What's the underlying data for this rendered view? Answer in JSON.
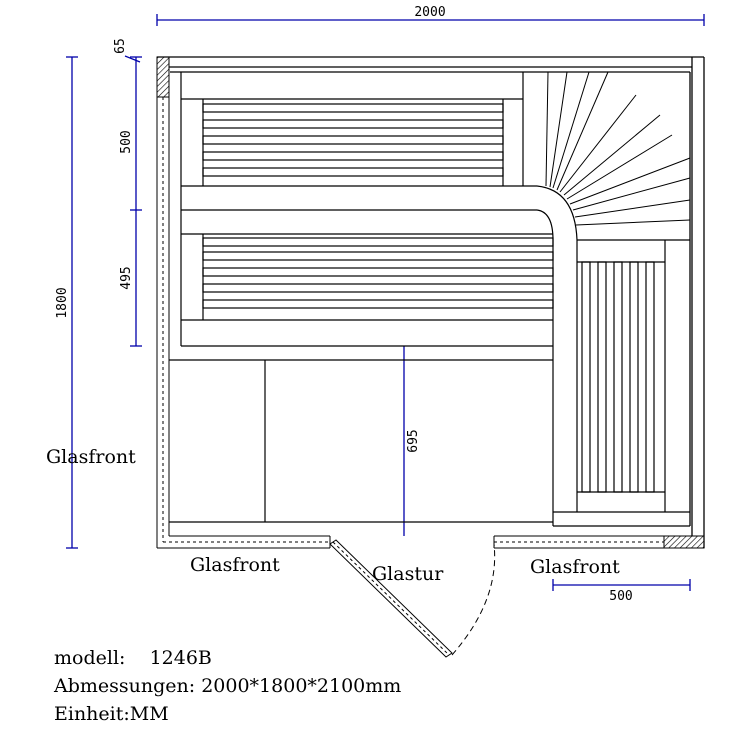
{
  "dimensions": {
    "total_width": "2000",
    "wall_thickness": "65",
    "total_depth": "1800",
    "upper_bench_depth": "500",
    "lower_bench_depth": "495",
    "floor_gap": "695",
    "right_panel_width": "500"
  },
  "labels": {
    "glass_front_left": "Glasfront",
    "glass_front_bottom_left": "Glasfront",
    "glass_door": "Glastur",
    "glass_front_bottom_right": "Glasfront"
  },
  "info": {
    "model": "modell:    1246B",
    "size": "Abmessungen: 2000*1800*2100mm",
    "unit": "Einheit:MM"
  },
  "colors": {
    "dimension": "#0000aa",
    "outline": "#000000"
  }
}
